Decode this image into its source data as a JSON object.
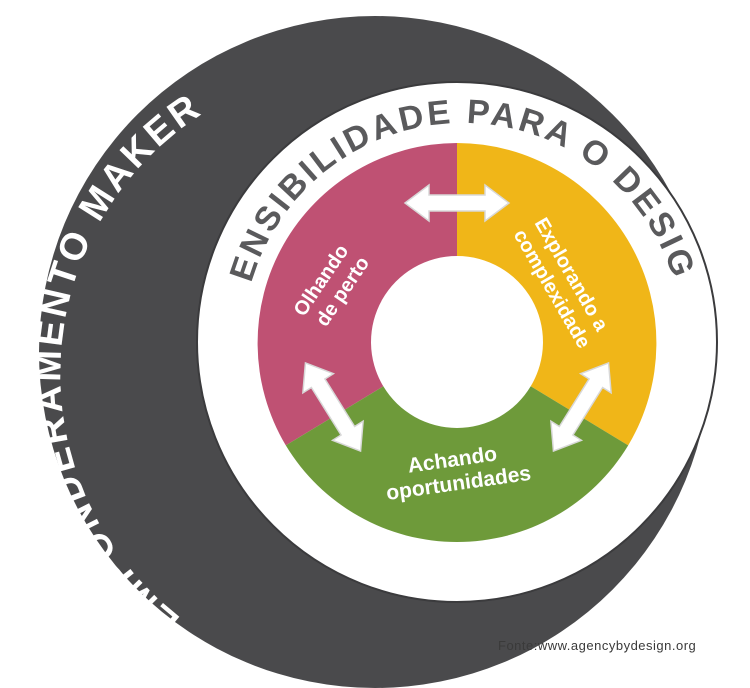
{
  "outer_ring": {
    "label": "EMPONDERAMENTO MAKER"
  },
  "inner_ring": {
    "label": "SENSIBILIDADE PARA O DESIGN"
  },
  "segments": [
    {
      "id": "olhando",
      "line1": "Olhando",
      "line2": "de perto"
    },
    {
      "id": "explorando",
      "line1": "Explorando a",
      "line2": "complexidade"
    },
    {
      "id": "achando",
      "line1": "Achando",
      "line2": "oportunidades"
    }
  ],
  "source": "Fonte:www.agencybydesign.org",
  "colors": {
    "outer": "#4a4a4c",
    "ring": "#ffffff",
    "pink": "#bf5173",
    "yellow": "#f0b618",
    "green": "#6e9a3a",
    "label": "#5a5a5c"
  }
}
